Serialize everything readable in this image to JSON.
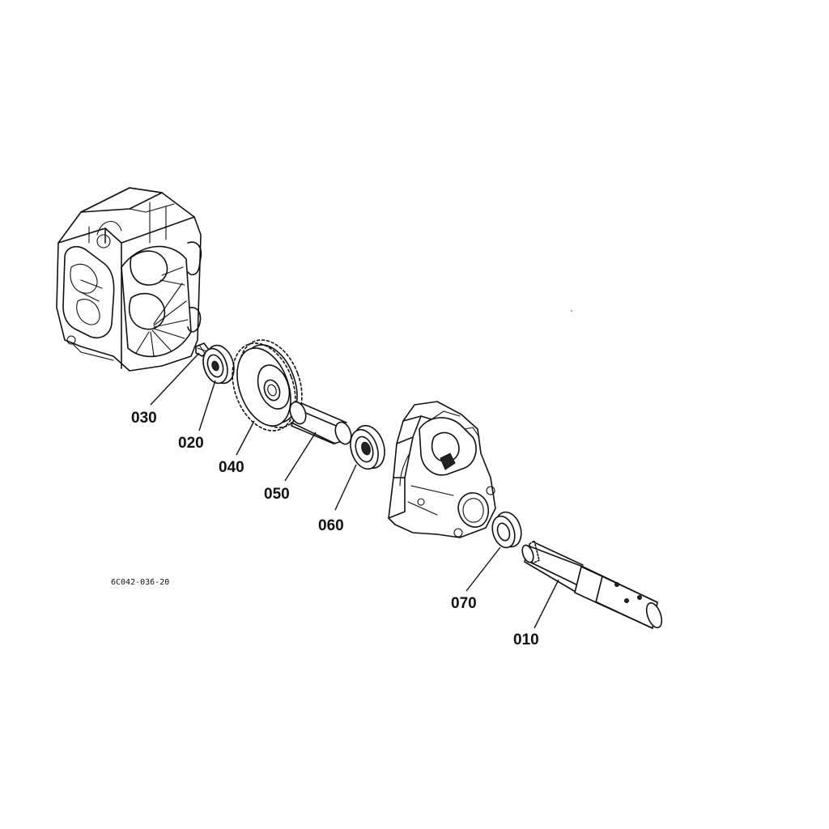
{
  "diagram": {
    "reference_code": "6C042-036-20",
    "callouts": [
      {
        "id": "030",
        "text": "030"
      },
      {
        "id": "020",
        "text": "020"
      },
      {
        "id": "040",
        "text": "040"
      },
      {
        "id": "050",
        "text": "050"
      },
      {
        "id": "060",
        "text": "060"
      },
      {
        "id": "070",
        "text": "070"
      },
      {
        "id": "010",
        "text": "010"
      }
    ],
    "colors": {
      "ink": "#111111",
      "background": "#ffffff"
    }
  }
}
